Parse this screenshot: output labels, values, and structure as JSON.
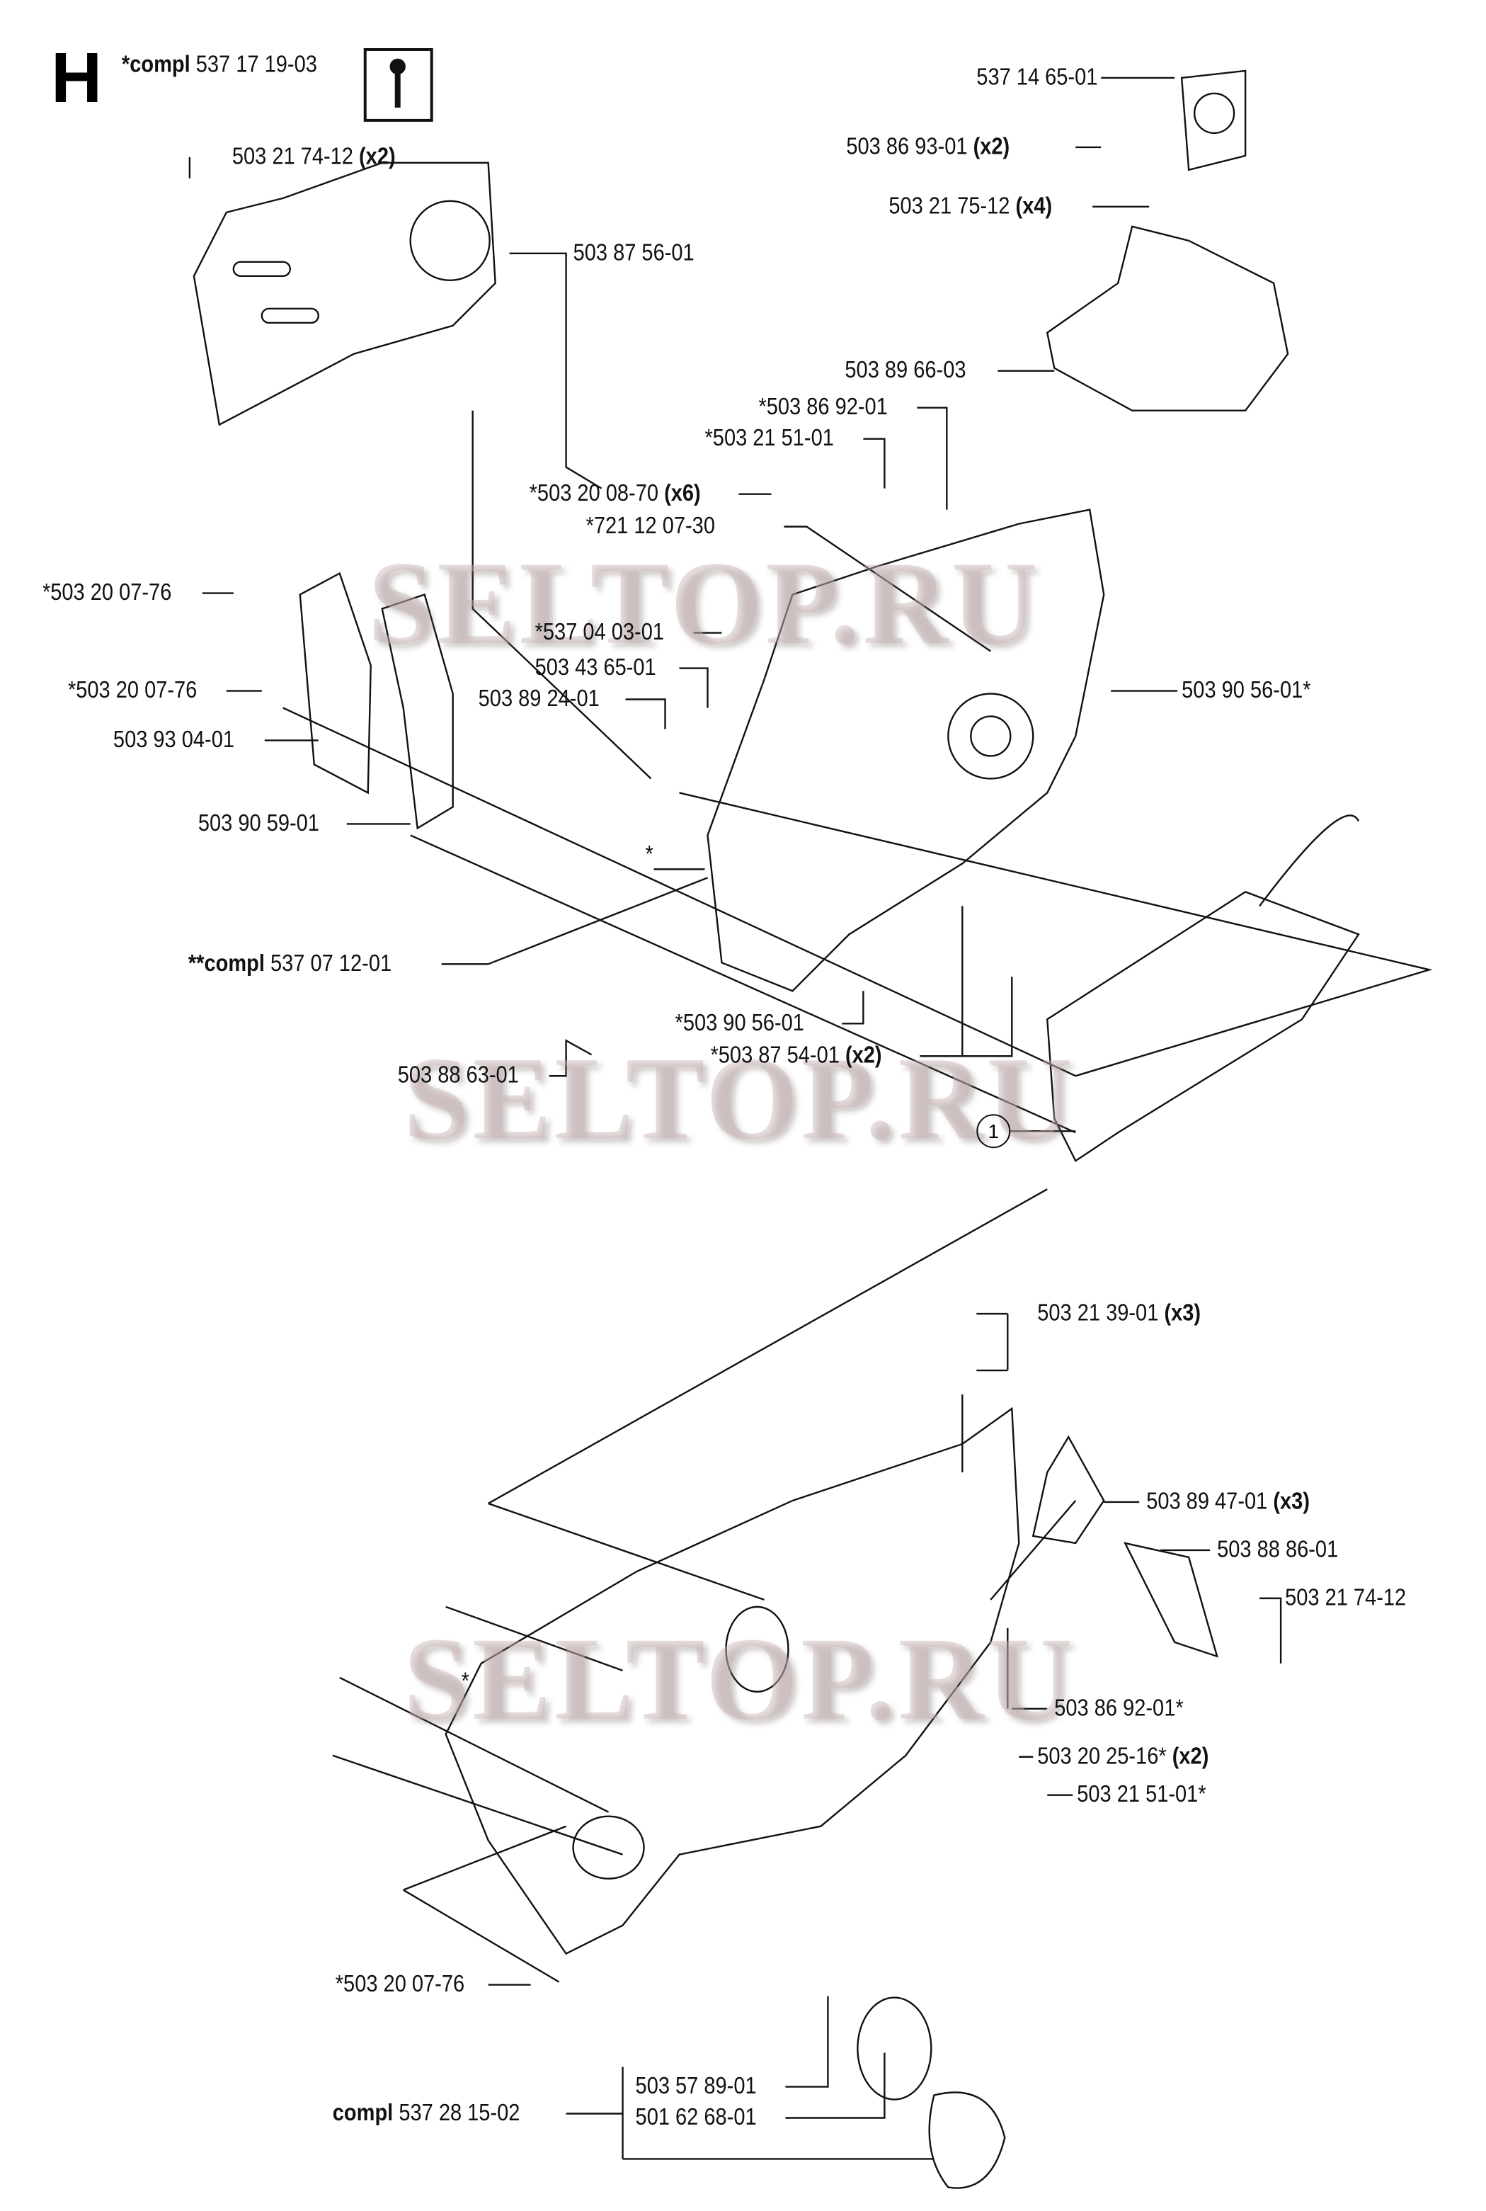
{
  "section": "H",
  "kit": {
    "prefix": "*compl",
    "number": "537 17 19-03",
    "icon": "wrench-icon"
  },
  "watermark": "SELTOP.RU",
  "callout": "1",
  "star": "*",
  "labels": [
    {
      "text": "537 14 65-01",
      "qty": ""
    },
    {
      "text": "503 86 93-01",
      "qty": "(x2)"
    },
    {
      "text": "503 21 75-12",
      "qty": "(x4)"
    },
    {
      "text": "503 89 66-03",
      "qty": ""
    },
    {
      "text": "*503 86 92-01",
      "qty": ""
    },
    {
      "text": "*503 21 51-01",
      "qty": ""
    },
    {
      "text": "*503 20 08-70",
      "qty": "(x6)"
    },
    {
      "text": "*721 12 07-30",
      "qty": ""
    },
    {
      "text": "503 21 74-12",
      "qty": "(x2)"
    },
    {
      "text": "503 87 56-01",
      "qty": ""
    },
    {
      "text": "*503 20 07-76",
      "qty": ""
    },
    {
      "text": "*537 04 03-01",
      "qty": ""
    },
    {
      "text": "503 43 65-01",
      "qty": ""
    },
    {
      "text": "503 89 24-01",
      "qty": ""
    },
    {
      "text": "503 90 56-01*",
      "qty": ""
    },
    {
      "text": "*503 20 07-76",
      "qty": ""
    },
    {
      "text": "503 93 04-01",
      "qty": ""
    },
    {
      "text": "503 90 59-01",
      "qty": ""
    },
    {
      "text": "*503 90 56-01",
      "qty": ""
    },
    {
      "text": "*503 87 54-01",
      "qty": "(x2)"
    },
    {
      "text": "503 88 63-01",
      "qty": ""
    },
    {
      "text": "503 21 39-01",
      "qty": "(x3)"
    },
    {
      "text": "503 89 47-01",
      "qty": "(x3)"
    },
    {
      "text": "503 88 86-01",
      "qty": ""
    },
    {
      "text": "503 21 74-12",
      "qty": ""
    },
    {
      "text": "503 86 92-01*",
      "qty": ""
    },
    {
      "text": "503 20 25-16*",
      "qty": "(x2)"
    },
    {
      "text": "503 21 51-01*",
      "qty": ""
    },
    {
      "text": "*503 20 07-76",
      "qty": ""
    },
    {
      "text": "503 57 89-01",
      "qty": ""
    },
    {
      "text": "501 62 68-01",
      "qty": ""
    }
  ],
  "assemblies": [
    {
      "prefix": "**compl",
      "number": "537 07 12-01"
    },
    {
      "prefix": "compl",
      "number": "537 28 15-02"
    }
  ]
}
